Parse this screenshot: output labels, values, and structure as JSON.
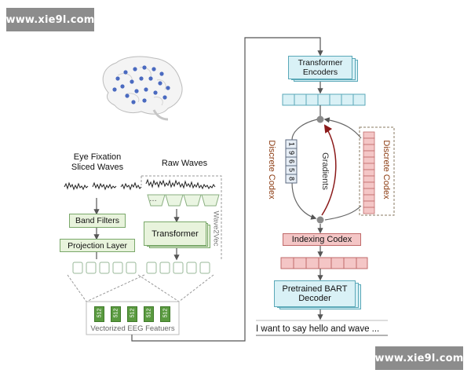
{
  "watermark": {
    "top_left": "www.xie9l.com",
    "bottom_right": "www.xie9l.com"
  },
  "left": {
    "eye_fixation_line1": "Eye Fixation",
    "eye_fixation_line2": "Sliced  Waves",
    "raw_waves": "Raw Waves",
    "band_filters": "Band Filters",
    "projection_layer": "Projection Layer",
    "transformer": "Transformer",
    "wave2vec": "Wave2Vec",
    "feature_values": [
      "512",
      "512",
      "512",
      "512",
      "512"
    ],
    "vectorized_label": "Vectorized EEG Featuers"
  },
  "right": {
    "transformer_encoders_line1": "Transformer",
    "transformer_encoders_line2": "Encoders",
    "discrete_codex_left": "Discrete Codex",
    "discrete_codex_right": "Discrete Codex",
    "codex_cells": [
      "1",
      "9",
      "6",
      "5",
      "8"
    ],
    "gradients": "Gradients",
    "indexing_codex": "Indexing Codex",
    "pretrained_line1": "Pretrained BART",
    "pretrained_line2": "Decoder",
    "output_sentence": "I want to say hello and wave ..."
  },
  "colors": {
    "cyan_fill": "#d9f1f6",
    "pink_fill": "#f4c6c6",
    "green_fill": "#e8f3dc",
    "discrete_codex_text": "#8b3a10",
    "gradients_arrow": "#8b1a1a"
  }
}
